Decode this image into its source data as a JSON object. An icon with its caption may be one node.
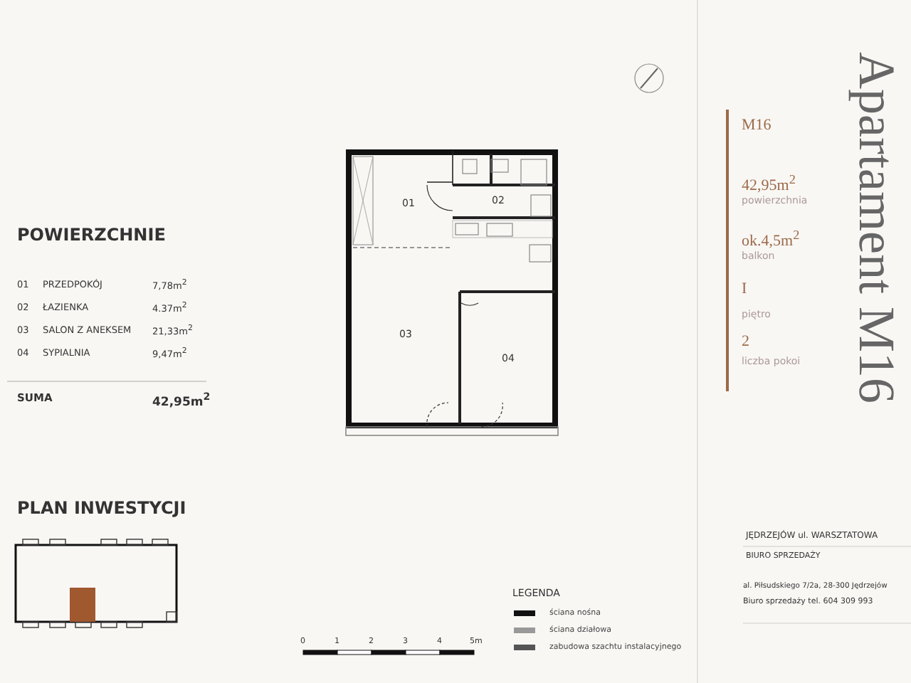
{
  "diagram": {
    "nodes": [
      {
        "text": [
          "01"
        ]
      },
      {
        "text": [
          "02"
        ]
      },
      {
        "text": [
          "03"
        ]
      },
      {
        "text": [
          "04"
        ]
      }
    ],
    "labels": [
      "POWIERZCHNIE",
      "01",
      "PRZEDPOKÓJ",
      "7,78m$^{2}$",
      "02",
      "ŁAZIENKA",
      "4.37m$^{2}$",
      "03",
      "SALON Z ANEKSEM",
      "21,33m$^{2}$",
      "04",
      "SYPIALNIA",
      "9,47m$^{2}$",
      "SUMA",
      "42,95m$^{2}$",
      "PLAN INWESTYCJI",
      "0",
      "1",
      "2",
      "3",
      "4",
      "5m",
      "M16",
      "42,95m$^{2}$",
      "powierzchnia",
      "ok.4,5m$^{2}$",
      "balkon",
      "I",
      "piętro",
      "2",
      "liczba pokoi",
      "Apartament M16",
      "JĘDRZEJÓW ul. WARSZTATOWA",
      "BIURO SPRZEDAŻY",
      "al. Piłsudskiego 7/2a, 28-300 Jędrzejów",
      "Biuro sprzedaży tel. 604 309 993",
      "LEGENDA"
    ],
    "legend": [
      {
        "text": "ściana nośna",
        "color": "#111111"
      },
      {
        "text": "ściana działowa",
        "color": "#999999"
      },
      {
        "text": "zabudowa szachtu instalacyjnego",
        "color": "#555555"
      }
    ]
  }
}
